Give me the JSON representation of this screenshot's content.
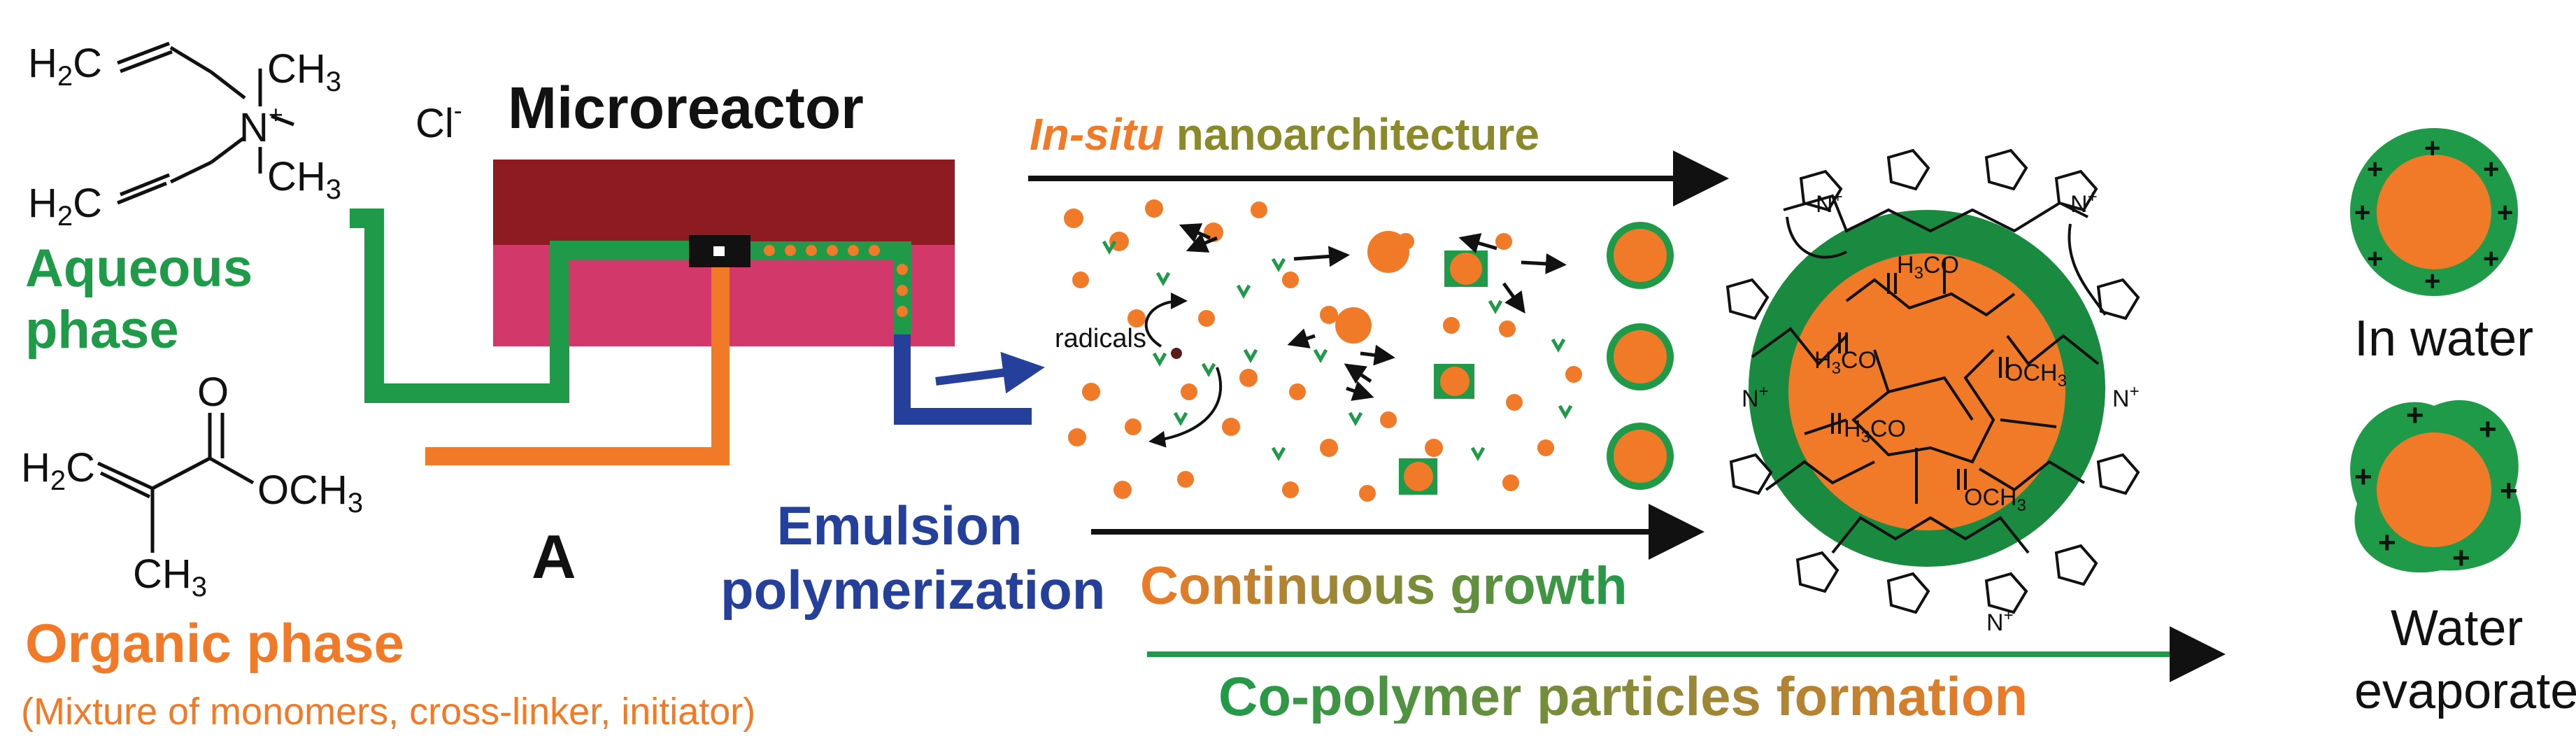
{
  "colors": {
    "green": "#1f9a48",
    "dark_green": "#1a8a40",
    "orange": "#f07a28",
    "blue": "#24409b",
    "olive": "#8a8a2a",
    "reactor_top": "#8e1a22",
    "reactor_bottom": "#d2396a"
  },
  "molecules": {
    "daamc": {
      "h2c": "H",
      "h2c_sub": "2",
      "h2c_c": "C",
      "ch3_top": "CH",
      "ch3_top_sub": "3",
      "n": "N",
      "n_charge": "+",
      "ch3_bottom": "CH",
      "ch3_bottom_sub": "3",
      "h2c2": "H",
      "h2c2_sub": "2",
      "h2c2_c": "C",
      "counterion": "Cl",
      "counterion_charge": "-"
    },
    "mma": {
      "o": "O",
      "h2c": "H",
      "h2c_sub": "2",
      "h2c_c": "C",
      "och3": "OCH",
      "och3_sub": "3",
      "ch3": "CH",
      "ch3_sub": "3"
    }
  },
  "labels": {
    "microreactor": "Microreactor",
    "aqueous_phase_line1": "Aqueous",
    "aqueous_phase_line2": "phase",
    "organic_phase": "Organic phase",
    "organic_phase_desc": "(Mixture of monomers, cross-linker, initiator)",
    "panel_letter": "A",
    "emulsion_line1": "Emulsion",
    "emulsion_line2": "polymerization",
    "radicals": "radicals",
    "insitu_italic": "In-situ",
    "insitu_rest": " nanoarchitecture",
    "continuous_growth": "Continuous growth",
    "copolymer_formation": "Co-polymer particles formation",
    "in_water": "In water",
    "water_evaporated_line1": "Water",
    "water_evaporated_line2": "evaporated"
  },
  "particle_structure": {
    "core_group_1": "H",
    "core_group_1_sub": "3",
    "core_group_1_rest": "CO",
    "core_group_2": "H",
    "core_group_2_sub": "3",
    "core_group_2_rest": "CO",
    "core_group_3": "H",
    "core_group_3_sub": "3",
    "core_group_3_rest": "CO",
    "core_group_4": "OCH",
    "core_group_4_sub": "3",
    "core_group_5": "OCH",
    "core_group_5_sub": "3",
    "carbonyl_o": "O",
    "ring_n": "N",
    "ring_charge": "+",
    "surface_charge": "+"
  }
}
